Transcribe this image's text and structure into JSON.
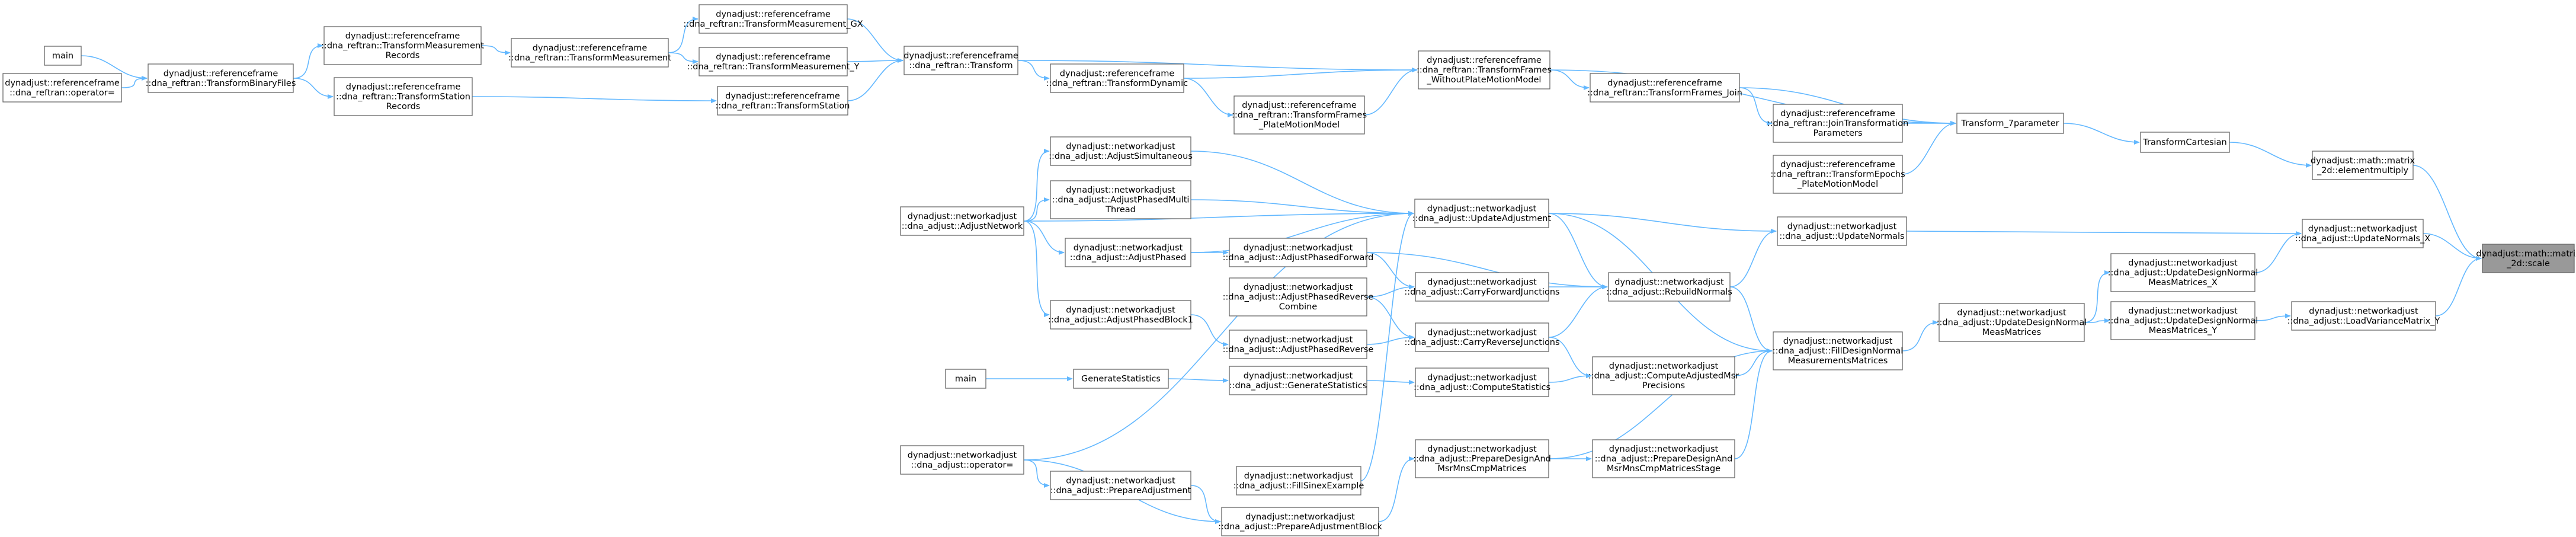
{
  "diagram": {
    "nodes": [
      {
        "id": "target",
        "lines": [
          "dynadjust::math::matrix",
          "_2d::scale"
        ],
        "color": "#999999"
      },
      {
        "id": "elementmultiply",
        "lines": [
          "dynadjust::math::matrix",
          "_2d::elementmultiply"
        ]
      },
      {
        "id": "UpdateNormals_X",
        "lines": [
          "dynadjust::networkadjust",
          "::dna_adjust::UpdateNormals_X"
        ]
      },
      {
        "id": "LoadVarianceMatrix_Y",
        "lines": [
          "dynadjust::networkadjust",
          "::dna_adjust::LoadVarianceMatrix_Y"
        ]
      },
      {
        "id": "TransformCartesian",
        "lines": [
          "TransformCartesian"
        ]
      },
      {
        "id": "UpdateNormals",
        "lines": [
          "dynadjust::networkadjust",
          "::dna_adjust::UpdateNormals"
        ]
      },
      {
        "id": "UpdateDesignNormalMeasMatrices_X",
        "lines": [
          "dynadjust::networkadjust",
          "::dna_adjust::UpdateDesignNormal",
          "MeasMatrices_X"
        ]
      },
      {
        "id": "UpdateDesignNormalMeasMatrices_Y",
        "lines": [
          "dynadjust::networkadjust",
          "::dna_adjust::UpdateDesignNormal",
          "MeasMatrices_Y"
        ]
      },
      {
        "id": "Transform_7parameter",
        "lines": [
          "Transform_7parameter"
        ]
      },
      {
        "id": "UpdateDesignNormalMeasMatrices",
        "lines": [
          "dynadjust::networkadjust",
          "::dna_adjust::UpdateDesignNormal",
          "MeasMatrices"
        ]
      },
      {
        "id": "TransformFrames_WithoutPlateMotionModel",
        "lines": [
          "dynadjust::referenceframe",
          "::dna_reftran::TransformFrames",
          "_WithoutPlateMotionModel"
        ]
      },
      {
        "id": "TransformFrames_Join",
        "lines": [
          "dynadjust::referenceframe",
          "::dna_reftran::TransformFrames_Join"
        ]
      },
      {
        "id": "JoinTransformationParameters",
        "lines": [
          "dynadjust::referenceframe",
          "::dna_reftran::JoinTransformation",
          "Parameters"
        ]
      },
      {
        "id": "TransformEpochs_PlateMotionModel",
        "lines": [
          "dynadjust::referenceframe",
          "::dna_reftran::TransformEpochs",
          "_PlateMotionModel"
        ]
      },
      {
        "id": "RebuildNormals",
        "lines": [
          "dynadjust::networkadjust",
          "::dna_adjust::RebuildNormals"
        ]
      },
      {
        "id": "FillDesignNormalMeasurementsMatrices",
        "lines": [
          "dynadjust::networkadjust",
          "::dna_adjust::FillDesignNormal",
          "MeasurementsMatrices"
        ]
      },
      {
        "id": "ComputeAdjustedMsrPrecisions",
        "lines": [
          "dynadjust::networkadjust",
          "::dna_adjust::ComputeAdjustedMsr",
          "Precisions"
        ]
      },
      {
        "id": "PrepareDesignAndMsrMnsCmpMatricesStage",
        "lines": [
          "dynadjust::networkadjust",
          "::dna_adjust::PrepareDesignAnd",
          "MsrMnsCmpMatricesStage"
        ]
      },
      {
        "id": "UpdateAdjustment",
        "lines": [
          "dynadjust::networkadjust",
          "::dna_adjust::UpdateAdjustment"
        ]
      },
      {
        "id": "CarryForwardJunctions",
        "lines": [
          "dynadjust::networkadjust",
          "::dna_adjust::CarryForwardJunctions"
        ]
      },
      {
        "id": "CarryReverseJunctions",
        "lines": [
          "dynadjust::networkadjust",
          "::dna_adjust::CarryReverseJunctions"
        ]
      },
      {
        "id": "ComputeStatistics",
        "lines": [
          "dynadjust::networkadjust",
          "::dna_adjust::ComputeStatistics"
        ]
      },
      {
        "id": "PrepareDesignAndMsrMnsCmpMatrices",
        "lines": [
          "dynadjust::networkadjust",
          "::dna_adjust::PrepareDesignAnd",
          "MsrMnsCmpMatrices"
        ]
      },
      {
        "id": "TransformFrames_PlateMotionModel",
        "lines": [
          "dynadjust::referenceframe",
          "::dna_reftran::TransformFrames",
          "_PlateMotionModel"
        ]
      },
      {
        "id": "AdjustPhasedForward",
        "lines": [
          "dynadjust::networkadjust",
          "::dna_adjust::AdjustPhasedForward"
        ]
      },
      {
        "id": "AdjustPhasedReverseCombine",
        "lines": [
          "dynadjust::networkadjust",
          "::dna_adjust::AdjustPhasedReverse",
          "Combine"
        ]
      },
      {
        "id": "AdjustPhasedReverse",
        "lines": [
          "dynadjust::networkadjust",
          "::dna_adjust::AdjustPhasedReverse"
        ]
      },
      {
        "id": "GenerateStatistics_dna",
        "lines": [
          "dynadjust::networkadjust",
          "::dna_adjust::GenerateStatistics"
        ]
      },
      {
        "id": "FillSinexExample",
        "lines": [
          "dynadjust::networkadjust",
          "::dna_adjust::FillSinexExample"
        ]
      },
      {
        "id": "PrepareAdjustmentBlock",
        "lines": [
          "dynadjust::networkadjust",
          "::dna_adjust::PrepareAdjustmentBlock"
        ]
      },
      {
        "id": "TransformDynamic",
        "lines": [
          "dynadjust::referenceframe",
          "::dna_reftran::TransformDynamic"
        ]
      },
      {
        "id": "AdjustSimultaneous",
        "lines": [
          "dynadjust::networkadjust",
          "::dna_adjust::AdjustSimultaneous"
        ]
      },
      {
        "id": "AdjustPhasedMultiThread",
        "lines": [
          "dynadjust::networkadjust",
          "::dna_adjust::AdjustPhasedMulti",
          "Thread"
        ]
      },
      {
        "id": "AdjustPhased",
        "lines": [
          "dynadjust::networkadjust",
          "::dna_adjust::AdjustPhased"
        ]
      },
      {
        "id": "AdjustPhasedBlock1",
        "lines": [
          "dynadjust::networkadjust",
          "::dna_adjust::AdjustPhasedBlock1"
        ]
      },
      {
        "id": "GenerateStatistics",
        "lines": [
          "GenerateStatistics"
        ]
      },
      {
        "id": "PrepareAdjustment",
        "lines": [
          "dynadjust::networkadjust",
          "::dna_adjust::PrepareAdjustment"
        ]
      },
      {
        "id": "Transform",
        "lines": [
          "dynadjust::referenceframe",
          "::dna_reftran::Transform"
        ]
      },
      {
        "id": "TransformMeasurement_GX",
        "lines": [
          "dynadjust::referenceframe",
          "::dna_reftran::TransformMeasurement_GX"
        ]
      },
      {
        "id": "TransformMeasurement_Y",
        "lines": [
          "dynadjust::referenceframe",
          "::dna_reftran::TransformMeasurement_Y"
        ]
      },
      {
        "id": "TransformStation",
        "lines": [
          "dynadjust::referenceframe",
          "::dna_reftran::TransformStation"
        ]
      },
      {
        "id": "AdjustNetwork",
        "lines": [
          "dynadjust::networkadjust",
          "::dna_adjust::AdjustNetwork"
        ]
      },
      {
        "id": "main_stats",
        "lines": [
          "main"
        ]
      },
      {
        "id": "operator_adjust",
        "lines": [
          "dynadjust::networkadjust",
          "::dna_adjust::operator="
        ]
      },
      {
        "id": "TransformMeasurement",
        "lines": [
          "dynadjust::referenceframe",
          "::dna_reftran::TransformMeasurement"
        ]
      },
      {
        "id": "TransformMeasurementRecords",
        "lines": [
          "dynadjust::referenceframe",
          "::dna_reftran::TransformMeasurement",
          "Records"
        ]
      },
      {
        "id": "TransformStationRecords",
        "lines": [
          "dynadjust::referenceframe",
          "::dna_reftran::TransformStation",
          "Records"
        ]
      },
      {
        "id": "TransformBinaryFiles",
        "lines": [
          "dynadjust::referenceframe",
          "::dna_reftran::TransformBinaryFiles"
        ]
      },
      {
        "id": "main_reftran",
        "lines": [
          "main"
        ]
      },
      {
        "id": "operator_reftran",
        "lines": [
          "dynadjust::referenceframe",
          "::dna_reftran::operator="
        ]
      }
    ],
    "edges": [
      [
        "elementmultiply",
        "target"
      ],
      [
        "UpdateNormals_X",
        "target"
      ],
      [
        "LoadVarianceMatrix_Y",
        "target"
      ],
      [
        "TransformCartesian",
        "elementmultiply"
      ],
      [
        "UpdateNormals",
        "UpdateNormals_X"
      ],
      [
        "UpdateDesignNormalMeasMatrices_X",
        "UpdateNormals_X"
      ],
      [
        "UpdateDesignNormalMeasMatrices_Y",
        "LoadVarianceMatrix_Y"
      ],
      [
        "Transform_7parameter",
        "TransformCartesian"
      ],
      [
        "UpdateDesignNormalMeasMatrices",
        "UpdateDesignNormalMeasMatrices_X"
      ],
      [
        "UpdateDesignNormalMeasMatrices",
        "UpdateDesignNormalMeasMatrices_Y"
      ],
      [
        "TransformFrames_WithoutPlateMotionModel",
        "Transform_7parameter"
      ],
      [
        "TransformFrames_Join",
        "Transform_7parameter"
      ],
      [
        "JoinTransformationParameters",
        "Transform_7parameter"
      ],
      [
        "TransformEpochs_PlateMotionModel",
        "Transform_7parameter"
      ],
      [
        "RebuildNormals",
        "UpdateNormals"
      ],
      [
        "UpdateAdjustment",
        "UpdateNormals"
      ],
      [
        "FillDesignNormalMeasurementsMatrices",
        "UpdateDesignNormalMeasMatrices"
      ],
      [
        "TransformFrames_WithoutPlateMotionModel",
        "TransformFrames_Join"
      ],
      [
        "TransformFrames_Join",
        "JoinTransformationParameters"
      ],
      [
        "UpdateAdjustment",
        "RebuildNormals"
      ],
      [
        "CarryForwardJunctions",
        "RebuildNormals"
      ],
      [
        "CarryReverseJunctions",
        "RebuildNormals"
      ],
      [
        "AdjustPhasedForward",
        "RebuildNormals"
      ],
      [
        "RebuildNormals",
        "FillDesignNormalMeasurementsMatrices"
      ],
      [
        "ComputeAdjustedMsrPrecisions",
        "FillDesignNormalMeasurementsMatrices"
      ],
      [
        "PrepareDesignAndMsrMnsCmpMatricesStage",
        "FillDesignNormalMeasurementsMatrices"
      ],
      [
        "UpdateAdjustment",
        "FillDesignNormalMeasurementsMatrices"
      ],
      [
        "PrepareDesignAndMsrMnsCmpMatrices",
        "FillDesignNormalMeasurementsMatrices"
      ],
      [
        "PrepareDesignAndMsrMnsCmpMatrices",
        "PrepareDesignAndMsrMnsCmpMatricesStage"
      ],
      [
        "ComputeStatistics",
        "ComputeAdjustedMsrPrecisions"
      ],
      [
        "CarryReverseJunctions",
        "ComputeAdjustedMsrPrecisions"
      ],
      [
        "AdjustSimultaneous",
        "UpdateAdjustment"
      ],
      [
        "AdjustPhasedMultiThread",
        "UpdateAdjustment"
      ],
      [
        "AdjustPhased",
        "UpdateAdjustment"
      ],
      [
        "AdjustNetwork",
        "UpdateAdjustment"
      ],
      [
        "FillSinexExample",
        "UpdateAdjustment"
      ],
      [
        "operator_adjust",
        "UpdateAdjustment"
      ],
      [
        "AdjustPhasedForward",
        "CarryForwardJunctions"
      ],
      [
        "AdjustPhasedReverseCombine",
        "CarryForwardJunctions"
      ],
      [
        "AdjustPhasedReverse",
        "CarryReverseJunctions"
      ],
      [
        "AdjustPhasedReverseCombine",
        "CarryReverseJunctions"
      ],
      [
        "GenerateStatistics_dna",
        "ComputeStatistics"
      ],
      [
        "PrepareAdjustmentBlock",
        "PrepareDesignAndMsrMnsCmpMatrices"
      ],
      [
        "TransformFrames_PlateMotionModel",
        "TransformFrames_WithoutPlateMotionModel"
      ],
      [
        "TransformDynamic",
        "TransformFrames_WithoutPlateMotionModel"
      ],
      [
        "TransformDynamic",
        "TransformFrames_PlateMotionModel"
      ],
      [
        "AdjustPhased",
        "AdjustPhasedForward"
      ],
      [
        "AdjustPhasedBlock1",
        "AdjustPhasedReverse"
      ],
      [
        "GenerateStatistics",
        "GenerateStatistics_dna"
      ],
      [
        "PrepareAdjustment",
        "PrepareAdjustmentBlock"
      ],
      [
        "Transform",
        "TransformDynamic"
      ],
      [
        "Transform",
        "TransformFrames_WithoutPlateMotionModel"
      ],
      [
        "AdjustNetwork",
        "AdjustSimultaneous"
      ],
      [
        "AdjustNetwork",
        "AdjustPhasedMultiThread"
      ],
      [
        "AdjustNetwork",
        "AdjustPhased"
      ],
      [
        "AdjustNetwork",
        "AdjustPhasedBlock1"
      ],
      [
        "main_stats",
        "GenerateStatistics"
      ],
      [
        "operator_adjust",
        "PrepareAdjustment"
      ],
      [
        "operator_adjust",
        "PrepareAdjustmentBlock"
      ],
      [
        "TransformMeasurement_GX",
        "Transform"
      ],
      [
        "TransformMeasurement_Y",
        "Transform"
      ],
      [
        "TransformStation",
        "Transform"
      ],
      [
        "TransformMeasurement",
        "TransformMeasurement_GX"
      ],
      [
        "TransformMeasurement",
        "TransformMeasurement_Y"
      ],
      [
        "TransformMeasurementRecords",
        "TransformMeasurement"
      ],
      [
        "TransformStationRecords",
        "TransformStation"
      ],
      [
        "TransformBinaryFiles",
        "TransformMeasurementRecords"
      ],
      [
        "TransformBinaryFiles",
        "TransformStationRecords"
      ],
      [
        "main_reftran",
        "TransformBinaryFiles"
      ],
      [
        "operator_reftran",
        "TransformBinaryFiles"
      ]
    ]
  }
}
